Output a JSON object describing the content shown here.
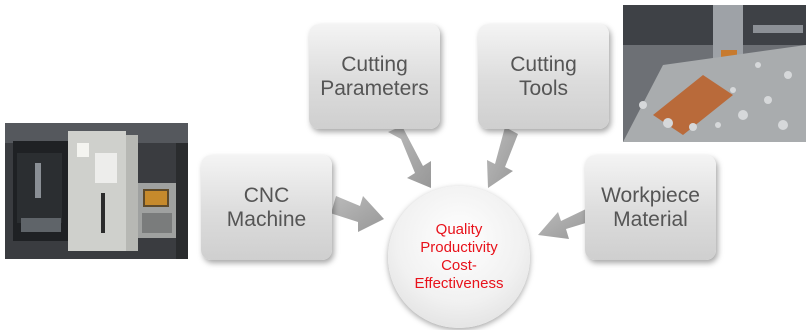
{
  "diagram": {
    "center": {
      "lines": [
        "Quality",
        "Productivity",
        "Cost-",
        "Effectiveness"
      ],
      "color": "#e8121b"
    },
    "boxes": {
      "cnc_machine": {
        "lines": [
          "CNC",
          "Machine"
        ]
      },
      "cutting_parameters": {
        "lines": [
          "Cutting",
          "Parameters"
        ]
      },
      "cutting_tools": {
        "lines": [
          "Cutting",
          "Tools"
        ]
      },
      "workpiece_material": {
        "lines": [
          "Workpiece",
          "Material"
        ]
      }
    }
  },
  "colors": {
    "box_text": "#555555",
    "arrow": "#9a9a9a"
  },
  "photos": [
    "cnc-machine-photo",
    "milling-operation-photo"
  ]
}
